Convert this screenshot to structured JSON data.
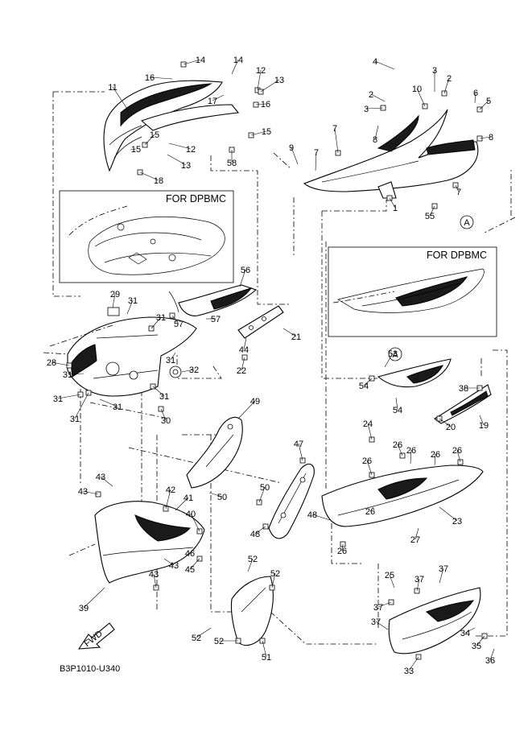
{
  "diagram": {
    "figure_code": "B3P1010-U340",
    "fwd_label": "FWD",
    "inset_boxes": [
      {
        "title": "FOR DPBMC"
      },
      {
        "title": "FOR DPBMC"
      }
    ],
    "ref_marker": "A",
    "callouts": [
      {
        "num": "1"
      },
      {
        "num": "2"
      },
      {
        "num": "2"
      },
      {
        "num": "3"
      },
      {
        "num": "3"
      },
      {
        "num": "4"
      },
      {
        "num": "5"
      },
      {
        "num": "6"
      },
      {
        "num": "7"
      },
      {
        "num": "7"
      },
      {
        "num": "7"
      },
      {
        "num": "8"
      },
      {
        "num": "8"
      },
      {
        "num": "9"
      },
      {
        "num": "10"
      },
      {
        "num": "11"
      },
      {
        "num": "12"
      },
      {
        "num": "12"
      },
      {
        "num": "13"
      },
      {
        "num": "13"
      },
      {
        "num": "14"
      },
      {
        "num": "14"
      },
      {
        "num": "15"
      },
      {
        "num": "15"
      },
      {
        "num": "15"
      },
      {
        "num": "16"
      },
      {
        "num": "16"
      },
      {
        "num": "17"
      },
      {
        "num": "18"
      },
      {
        "num": "19"
      },
      {
        "num": "20"
      },
      {
        "num": "21"
      },
      {
        "num": "22"
      },
      {
        "num": "23"
      },
      {
        "num": "24"
      },
      {
        "num": "25"
      },
      {
        "num": "26"
      },
      {
        "num": "26"
      },
      {
        "num": "26"
      },
      {
        "num": "26"
      },
      {
        "num": "26"
      },
      {
        "num": "26"
      },
      {
        "num": "26"
      },
      {
        "num": "27"
      },
      {
        "num": "28"
      },
      {
        "num": "29"
      },
      {
        "num": "30"
      },
      {
        "num": "31"
      },
      {
        "num": "31"
      },
      {
        "num": "31"
      },
      {
        "num": "31"
      },
      {
        "num": "31"
      },
      {
        "num": "31"
      },
      {
        "num": "31"
      },
      {
        "num": "31"
      },
      {
        "num": "32"
      },
      {
        "num": "33"
      },
      {
        "num": "34"
      },
      {
        "num": "35"
      },
      {
        "num": "36"
      },
      {
        "num": "37"
      },
      {
        "num": "37"
      },
      {
        "num": "37"
      },
      {
        "num": "37"
      },
      {
        "num": "38"
      },
      {
        "num": "39"
      },
      {
        "num": "40"
      },
      {
        "num": "41"
      },
      {
        "num": "42"
      },
      {
        "num": "43"
      },
      {
        "num": "43"
      },
      {
        "num": "43"
      },
      {
        "num": "43"
      },
      {
        "num": "44"
      },
      {
        "num": "45"
      },
      {
        "num": "46"
      },
      {
        "num": "47"
      },
      {
        "num": "48"
      },
      {
        "num": "48"
      },
      {
        "num": "49"
      },
      {
        "num": "50"
      },
      {
        "num": "50"
      },
      {
        "num": "51"
      },
      {
        "num": "52"
      },
      {
        "num": "52"
      },
      {
        "num": "52"
      },
      {
        "num": "52"
      },
      {
        "num": "53"
      },
      {
        "num": "54"
      },
      {
        "num": "54"
      },
      {
        "num": "55"
      },
      {
        "num": "56"
      },
      {
        "num": "57"
      },
      {
        "num": "57"
      },
      {
        "num": "58"
      }
    ]
  }
}
